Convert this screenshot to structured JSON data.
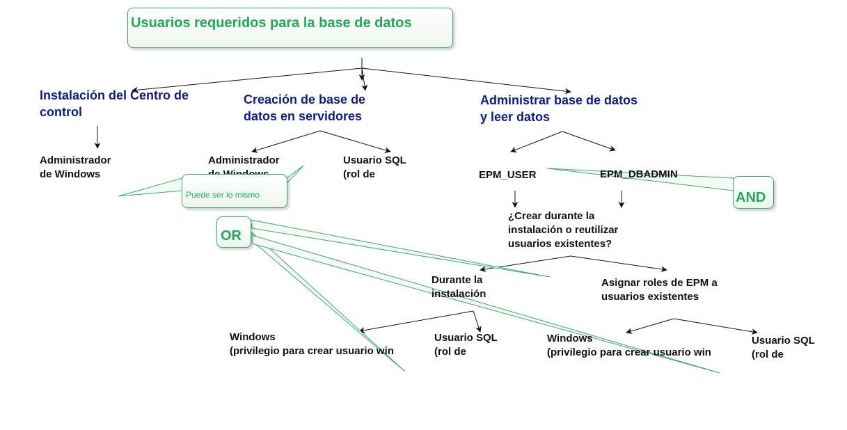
{
  "title": "Usuarios requeridos para la base de datos",
  "categories": {
    "install": [
      "Instalación del Centro de",
      "control"
    ],
    "create": [
      "Creación de base de",
      "datos en servidores"
    ],
    "admin": [
      "Administrar base de datos",
      "y leer datos"
    ]
  },
  "nodes": {
    "install_admin": [
      "Administrador",
      "de Windows"
    ],
    "create_admin": [
      "Administrador",
      "de Windows"
    ],
    "create_sql": [
      "Usuario SQL",
      "(rol de"
    ],
    "epm_user": "EPM_USER",
    "epm_dbadmin": "EPM_DBADMIN",
    "question": [
      "¿Crear durante la",
      "instalación o reutilizar",
      "usuarios existentes?"
    ],
    "during": [
      "Durante la",
      "instalación"
    ],
    "assign": [
      "Asignar roles de EPM a",
      "usuarios existentes"
    ],
    "left_windows": [
      "Windows",
      "(privilegio para crear usuario win"
    ],
    "left_sql": [
      "Usuario SQL",
      "(rol de"
    ],
    "right_windows": [
      "Windows",
      "(privilegio para crear usuario win"
    ],
    "right_sql": [
      "Usuario SQL",
      "(rol de"
    ]
  },
  "callouts": {
    "same": "Puede ser lo mismo",
    "or": "OR",
    "and": "AND"
  },
  "colors": {
    "title_text": "#21a957",
    "category_text": "#101c80",
    "node_text": "#111111",
    "callout_border": "#3aa86a",
    "connector": "#111111"
  }
}
